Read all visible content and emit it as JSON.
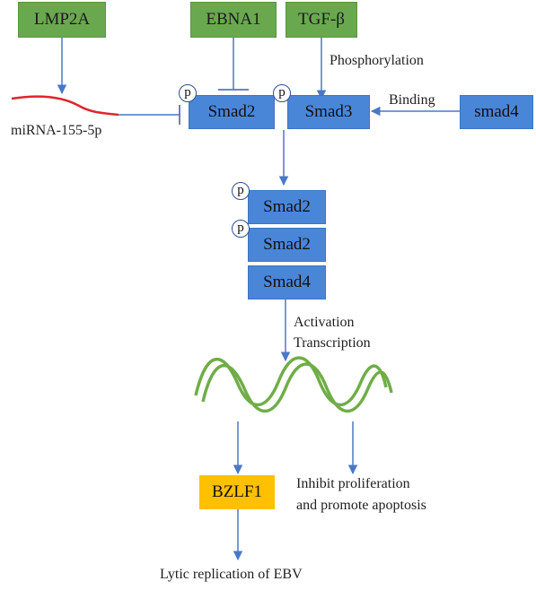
{
  "nodes": {
    "lmp2a": "LMP2A",
    "ebna1": "EBNA1",
    "tgfb": "TGF-β",
    "smad2_top": "Smad2",
    "smad3": "Smad3",
    "smad4_top": "smad4",
    "complex_smad2_a": "Smad2",
    "complex_smad2_b": "Smad2",
    "complex_smad4": "Smad4",
    "bzlf1": "BZLF1"
  },
  "labels": {
    "mirna": "miRNA-155-5p",
    "phosphorylation": "Phosphorylation",
    "binding": "Binding",
    "activation": "Activation",
    "transcription": "Transcription",
    "inhibit_line1": "Inhibit proliferation",
    "inhibit_line2": "and promote apoptosis",
    "lytic": "Lytic replication of EBV"
  },
  "phospho_mark": "p",
  "colors": {
    "green_box": "#6aa84f",
    "blue_box": "#4a86d8",
    "orange_box": "#ffc000",
    "arrow": "#4a78c8",
    "mirna_strand": "#e0242c",
    "dna_helix": "#70ad47"
  }
}
